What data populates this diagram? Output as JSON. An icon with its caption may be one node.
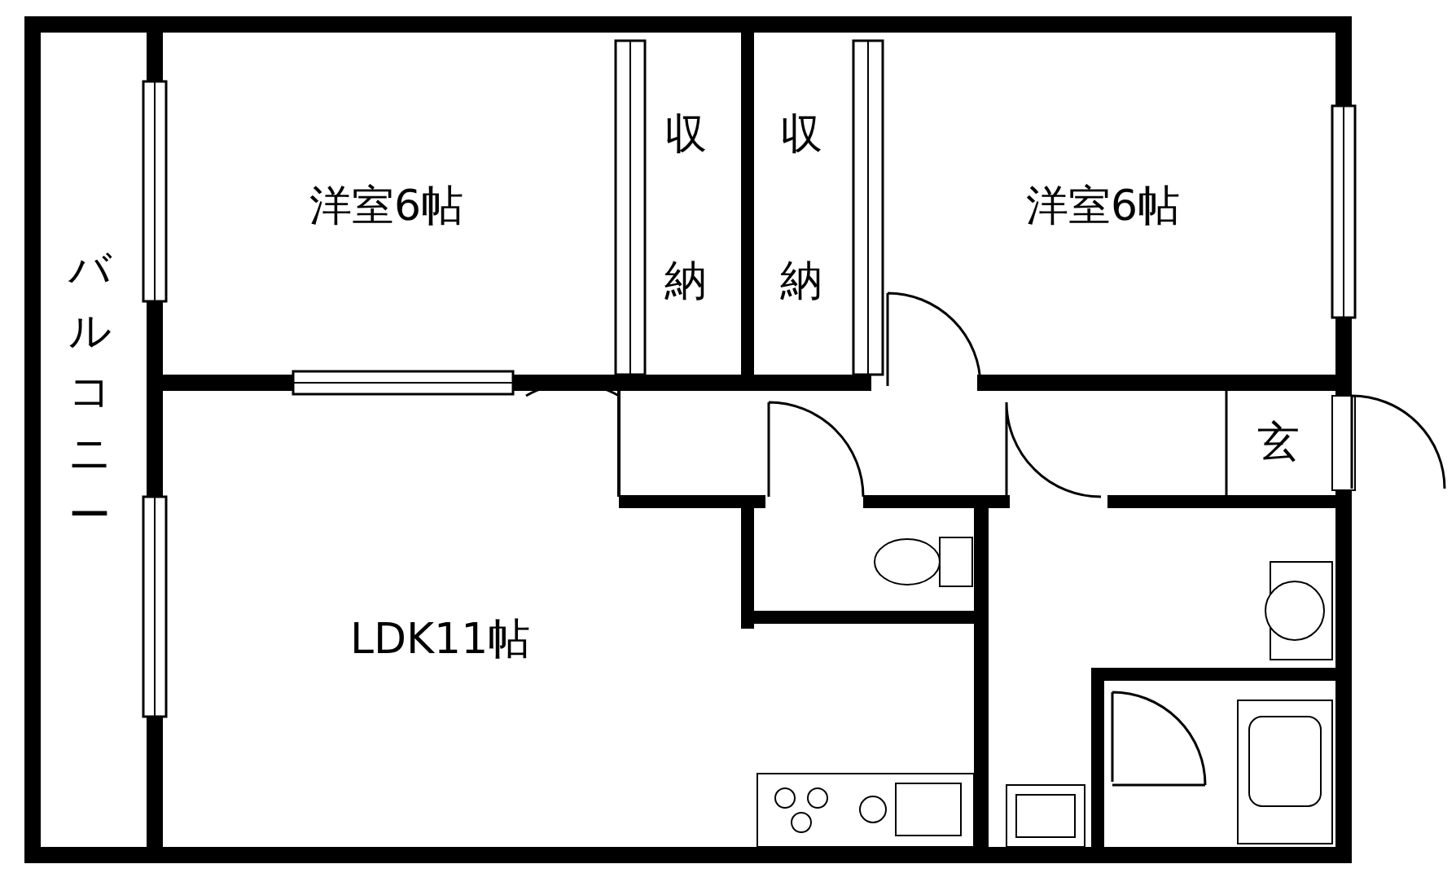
{
  "diagram": {
    "labels": [
      "洋室6帖",
      "収",
      "収",
      "洋室6帖",
      "バルコニー",
      "納",
      "納",
      "玄",
      "LDK11帖"
    ]
  }
}
